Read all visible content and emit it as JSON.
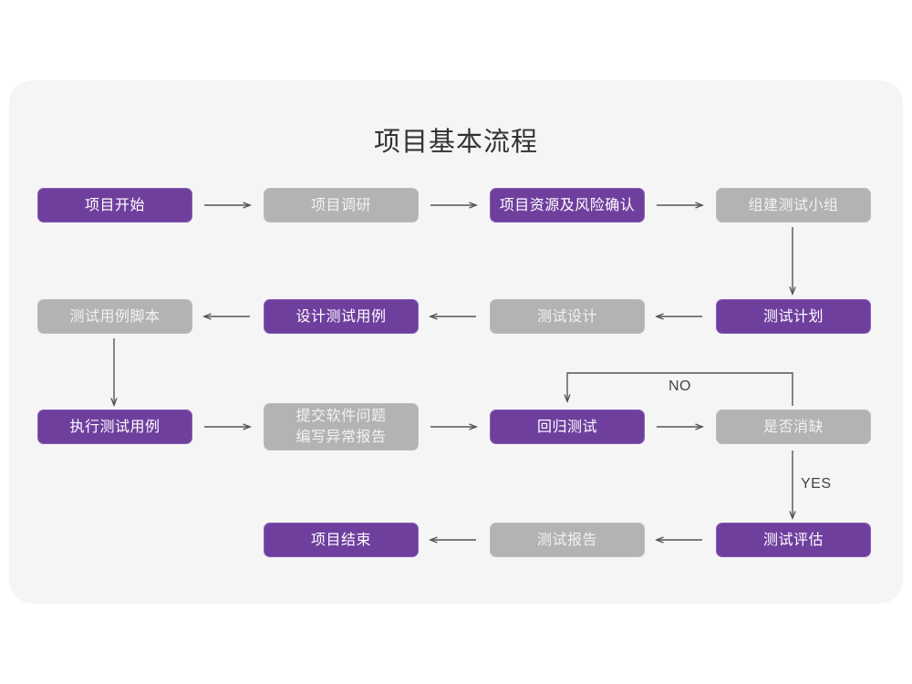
{
  "page": {
    "title": "项目基本流程",
    "card_background": "#f5f5f5",
    "page_background": "#ffffff"
  },
  "colors": {
    "active": "#6f3f9e",
    "inactive": "#b3b3b3",
    "active_text": "#ffffff",
    "inactive_text": "#f2f2f2",
    "connector": "#555555",
    "title_text": "#333333"
  },
  "chart_data": {
    "type": "diagram",
    "title": "项目基本流程",
    "nodes": [
      {
        "id": "n1",
        "label": "项目开始",
        "state": "active",
        "row": 1,
        "col": 1
      },
      {
        "id": "n2",
        "label": "项目调研",
        "state": "inactive",
        "row": 1,
        "col": 2
      },
      {
        "id": "n3",
        "label": "项目资源及风险确认",
        "state": "active",
        "row": 1,
        "col": 3
      },
      {
        "id": "n4",
        "label": "组建测试小组",
        "state": "inactive",
        "row": 1,
        "col": 4
      },
      {
        "id": "n5",
        "label": "测试用例脚本",
        "state": "inactive",
        "row": 2,
        "col": 1
      },
      {
        "id": "n6",
        "label": "设计测试用例",
        "state": "active",
        "row": 2,
        "col": 2
      },
      {
        "id": "n7",
        "label": "测试设计",
        "state": "inactive",
        "row": 2,
        "col": 3
      },
      {
        "id": "n8",
        "label": "测试计划",
        "state": "active",
        "row": 2,
        "col": 4
      },
      {
        "id": "n9",
        "label": "执行测试用例",
        "state": "active",
        "row": 3,
        "col": 1
      },
      {
        "id": "n10",
        "label": "提交软件问题\n编写异常报告",
        "state": "inactive",
        "row": 3,
        "col": 2
      },
      {
        "id": "n11",
        "label": "回归测试",
        "state": "active",
        "row": 3,
        "col": 3
      },
      {
        "id": "n12",
        "label": "是否消缺",
        "state": "inactive",
        "row": 3,
        "col": 4
      },
      {
        "id": "n13",
        "label": "项目结束",
        "state": "active",
        "row": 4,
        "col": 2
      },
      {
        "id": "n14",
        "label": "测试报告",
        "state": "inactive",
        "row": 4,
        "col": 3
      },
      {
        "id": "n15",
        "label": "测试评估",
        "state": "active",
        "row": 4,
        "col": 4
      }
    ],
    "edges": [
      {
        "from": "n1",
        "to": "n2",
        "label": "",
        "direction": "right"
      },
      {
        "from": "n2",
        "to": "n3",
        "label": "",
        "direction": "right"
      },
      {
        "from": "n3",
        "to": "n4",
        "label": "",
        "direction": "right"
      },
      {
        "from": "n4",
        "to": "n8",
        "label": "",
        "direction": "down"
      },
      {
        "from": "n8",
        "to": "n7",
        "label": "",
        "direction": "left"
      },
      {
        "from": "n7",
        "to": "n6",
        "label": "",
        "direction": "left"
      },
      {
        "from": "n6",
        "to": "n5",
        "label": "",
        "direction": "left"
      },
      {
        "from": "n5",
        "to": "n9",
        "label": "",
        "direction": "down"
      },
      {
        "from": "n9",
        "to": "n10",
        "label": "",
        "direction": "right"
      },
      {
        "from": "n10",
        "to": "n11",
        "label": "",
        "direction": "right"
      },
      {
        "from": "n11",
        "to": "n12",
        "label": "",
        "direction": "right"
      },
      {
        "from": "n12",
        "to": "n11",
        "label": "NO",
        "direction": "loop-up-left"
      },
      {
        "from": "n12",
        "to": "n15",
        "label": "YES",
        "direction": "down"
      },
      {
        "from": "n15",
        "to": "n14",
        "label": "",
        "direction": "left"
      },
      {
        "from": "n14",
        "to": "n13",
        "label": "",
        "direction": "left"
      }
    ],
    "edge_labels": {
      "no": "NO",
      "yes": "YES"
    }
  }
}
